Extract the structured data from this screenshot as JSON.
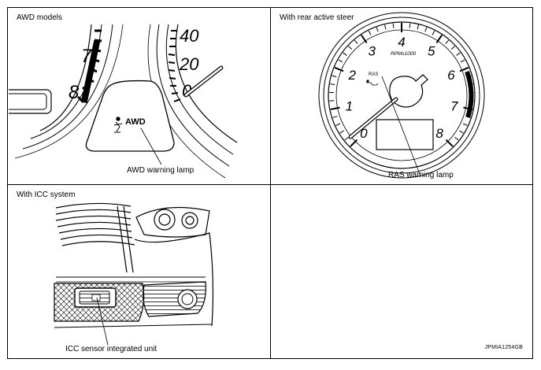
{
  "panels": {
    "awd": {
      "title": "AWD models",
      "tach_numbers": [
        "7",
        "8"
      ],
      "speed_numbers": [
        "40",
        "20",
        "0"
      ],
      "lamp_text": "AWD",
      "callout": "AWD warning lamp"
    },
    "ras": {
      "title": "With rear active steer",
      "dial_numbers": [
        "0",
        "1",
        "2",
        "3",
        "4",
        "5",
        "6",
        "7",
        "8"
      ],
      "unit_label": "RPMx1000",
      "lamp_text": "RAS",
      "callout": "RAS warning lamp"
    },
    "icc": {
      "title": "With ICC system",
      "callout": "ICC sensor integrated unit"
    }
  },
  "figure_code": "JPMIA1254GB"
}
